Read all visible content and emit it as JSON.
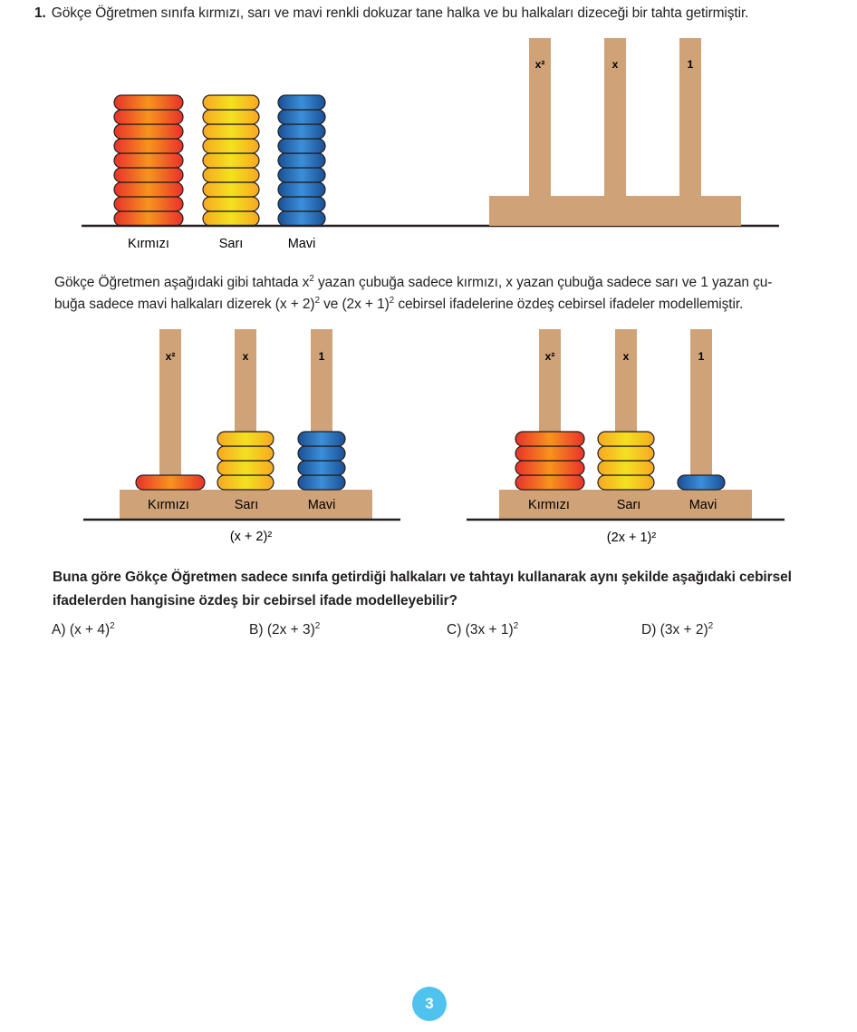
{
  "question": {
    "number": "1.",
    "intro": "Gökçe Öğretmen sınıfa kırmızı, sarı ve mavi renkli dokuzar tane halka ve bu halkaları dizeceği bir tahta getirmiştir.",
    "para_line1_a": "Gökçe Öğretmen aşağıdaki gibi tahtada x",
    "para_line1_b": " yazan çubuğa sadece kırmızı, x yazan çubuğa sadece sarı ve 1 yazan çu-",
    "para_line2_a": "buğa sadece mavi halkaları dizerek (x + 2)",
    "para_line2_b": " ve (2x + 1)",
    "para_line2_c": " cebirsel ifadelerine özdeş cebirsel ifadeler modellemiştir.",
    "exponent": "2",
    "prompt_line1": "Buna göre Gökçe Öğretmen sadece sınıfa getirdiği halkaları ve tahtayı kullanarak aynı şekilde aşağıdaki cebirsel",
    "prompt_line2": "ifadelerden hangisine özdeş bir cebirsel ifade modelleyebilir?"
  },
  "rings": {
    "count_each": 9,
    "red_label": "Kırmızı",
    "yellow_label": "Sarı",
    "blue_label": "Mavi"
  },
  "board": {
    "peg_labels": [
      "x²",
      "x",
      "1"
    ]
  },
  "models": [
    {
      "caption": "(x + 2)²",
      "red": 1,
      "yellow": 4,
      "blue": 4,
      "base_labels": [
        "Kırmızı",
        "Sarı",
        "Mavi"
      ]
    },
    {
      "caption": "(2x + 1)²",
      "red": 4,
      "yellow": 4,
      "blue": 1,
      "base_labels": [
        "Kırmızı",
        "Sarı",
        "Mavi"
      ]
    }
  ],
  "options": [
    {
      "letter": "A)",
      "expr": "(x + 4)",
      "exp": "2"
    },
    {
      "letter": "B)",
      "expr": "(2x + 3)",
      "exp": "2"
    },
    {
      "letter": "C)",
      "expr": "(3x + 1)",
      "exp": "2"
    },
    {
      "letter": "D)",
      "expr": "(3x + 2)",
      "exp": "2"
    }
  ],
  "page_number": "3",
  "colors": {
    "wood": "#cfa277",
    "red_outer": "#e8312b",
    "red_inner": "#f7941d",
    "yellow_outer": "#f7a823",
    "yellow_inner": "#f3e11f",
    "blue_outer": "#1a4f95",
    "blue_inner": "#3b8fd9",
    "badge": "#4fc3ee"
  }
}
